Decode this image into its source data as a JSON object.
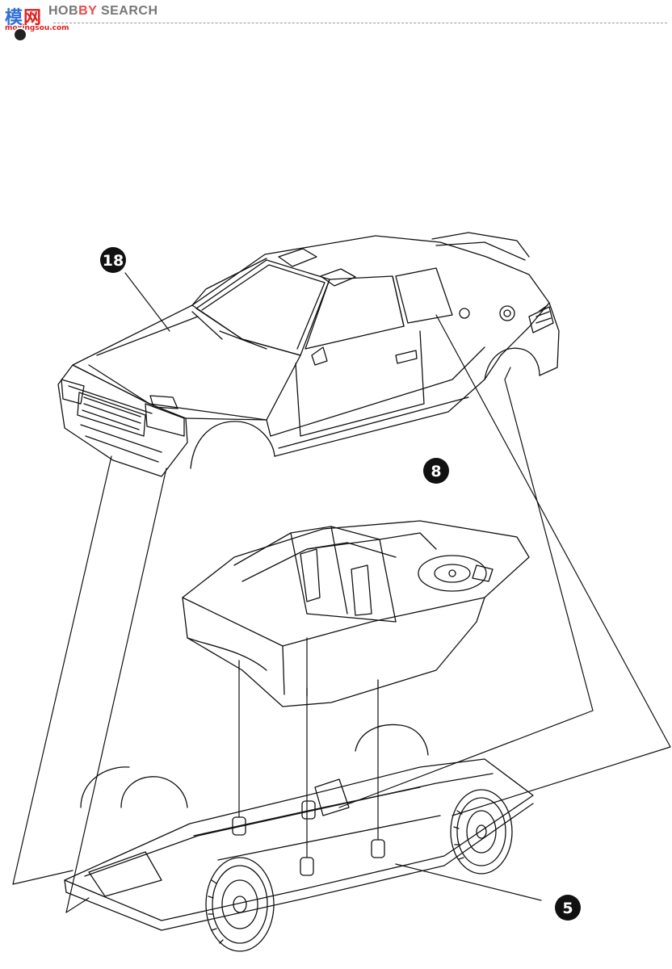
{
  "header": {
    "logo_glyph_left": "模",
    "logo_glyph_right": "网",
    "logo_url": "moxingsou.com",
    "brand_prefix": "HOB",
    "brand_by": "BY",
    "brand_suffix": " SEARCH"
  },
  "parts": {
    "body_shell": {
      "number": "18"
    },
    "interior_tub": {
      "number": "8"
    },
    "chassis": {
      "number": "5"
    }
  }
}
